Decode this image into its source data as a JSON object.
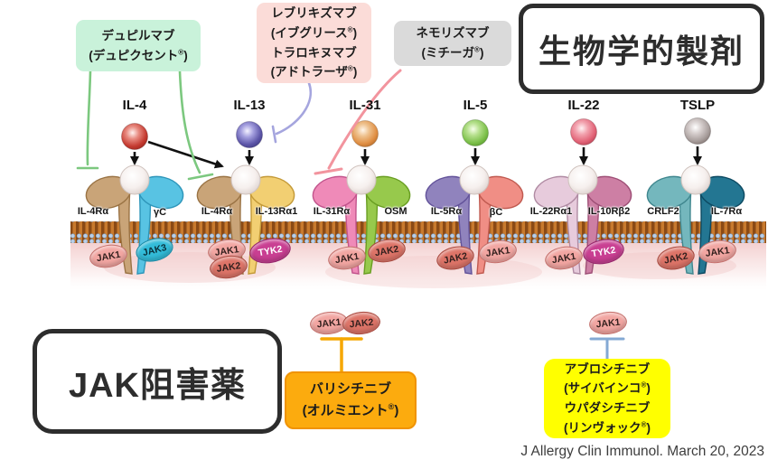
{
  "titles": {
    "biologics": "生物学的製剤",
    "jak_inhibitors": "JAK阻害薬"
  },
  "citation": "J Allergy Clin Immunol. March 20, 2023",
  "biologic_drugs": {
    "dupilumab": {
      "name": "デュピルマブ",
      "brand_pre": "(デュピクセント",
      "reg": "®",
      "brand_post": ")"
    },
    "lebrikizumab": {
      "name": "レブリキズマブ",
      "brand_pre": "(イブグリース",
      "reg": "®",
      "brand_post": ")"
    },
    "tralokinumab": {
      "name": "トラロキヌマブ",
      "brand_pre": "(アドトラーザ",
      "reg": "®",
      "brand_post": ")"
    },
    "nemolizumab": {
      "name": "ネモリズマブ",
      "brand_pre": "(ミチーガ",
      "reg": "®",
      "brand_post": ")"
    }
  },
  "jak_drugs": {
    "baricitinib": {
      "name": "バリシチニブ",
      "brand_pre": "(オルミエント",
      "reg": "®",
      "brand_post": ")"
    },
    "abrocitinib": {
      "name": "アブロシチニブ",
      "brand_pre": "(サイバインコ",
      "reg": "®",
      "brand_post": ")"
    },
    "upadacitinib": {
      "name": "ウパダシチニブ",
      "brand_pre": "(リンヴォック",
      "reg": "®",
      "brand_post": ")"
    }
  },
  "cytokines": [
    "IL-4",
    "IL-13",
    "IL-31",
    "IL-5",
    "IL-22",
    "TSLP"
  ],
  "receptors": [
    {
      "left": "IL-4Rα",
      "right": "γC",
      "jaks": [
        "JAK1",
        "JAK3"
      ]
    },
    {
      "left": "IL-4Rα",
      "right": "IL-13Rα1",
      "jaks": [
        "JAK1",
        "JAK2",
        "TYK2"
      ]
    },
    {
      "left": "IL-31Rα",
      "right": "OSM",
      "jaks": [
        "JAK1",
        "JAK2"
      ]
    },
    {
      "left": "IL-5Rα",
      "right": "βC",
      "jaks": [
        "JAK2",
        "JAK1"
      ]
    },
    {
      "left": "IL-22Rα1",
      "right": "IL-10Rβ2",
      "jaks": [
        "JAK1",
        "TYK2"
      ]
    },
    {
      "left": "CRLF2",
      "right": "IL-7Rα",
      "jaks": [
        "JAK2",
        "JAK1"
      ]
    }
  ],
  "bottom_jaks": {
    "baricitinib_targets": [
      "JAK1",
      "JAK2"
    ],
    "abrocitinib_upadacitinib_target": "JAK1"
  },
  "colors": {
    "dupilumab_box": "#c9f2da",
    "lebrikizumab_box": "#fbdcd8",
    "nemolizumab_box": "#dadada",
    "baricitinib_box": "#fcab0e",
    "abrocitinib_box": "#ffff00",
    "inhibit_green": "#7cc87f",
    "inhibit_purple": "#a5a5de",
    "inhibit_pink": "#f2949e",
    "inhibit_orange": "#f6a700",
    "inhibit_blue": "#84a9d4",
    "membrane_orange": "#c87a2e",
    "cytoplasm_pink": "#f3cdcd"
  }
}
